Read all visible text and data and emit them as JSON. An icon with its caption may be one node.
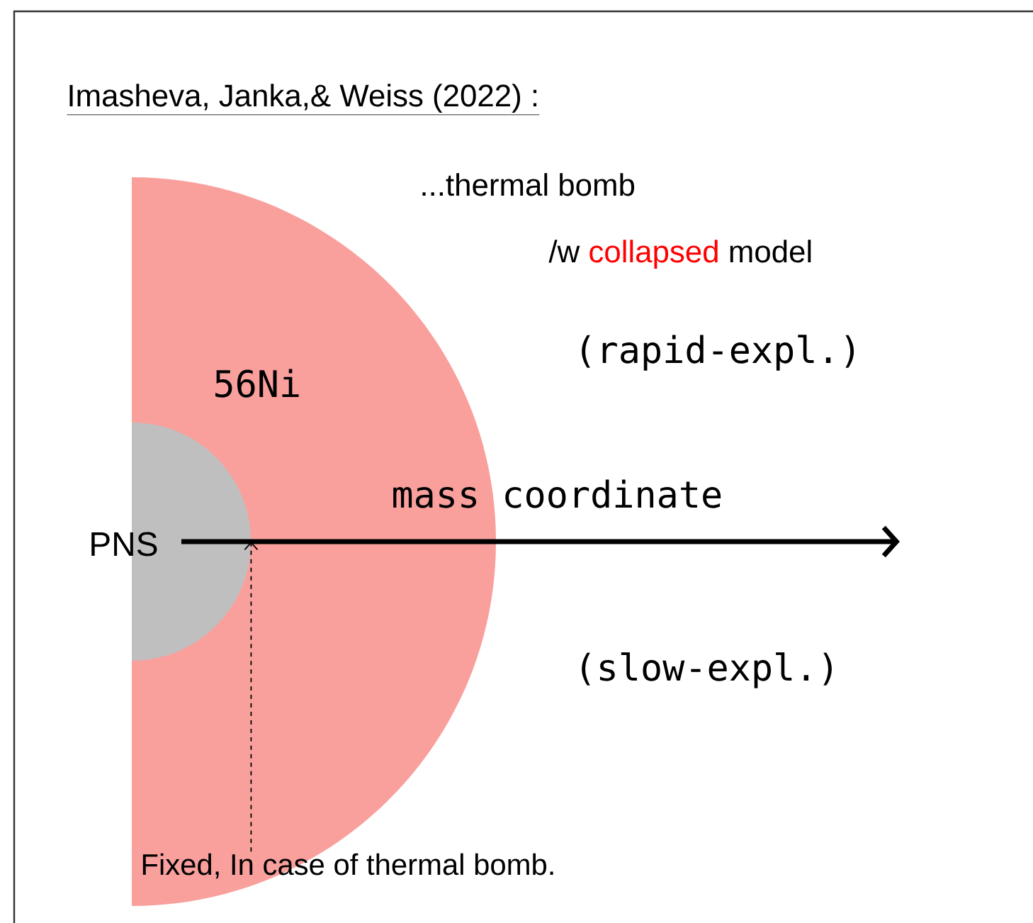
{
  "diagram": {
    "title": "Imasheva, Janka,& Weiss (2022) :",
    "nodes": [
      {
        "text": [
          "56Ni"
        ]
      },
      {
        "text": [
          "PNS"
        ],
        "in": 0
      },
      {
        "text": [
          "Fixed, In case of thermal bomb."
        ]
      }
    ],
    "edges": [
      {
        "from": 2,
        "to": 1,
        "arrow": "to",
        "style": "dashed"
      }
    ],
    "labels": [
      "...thermal bomb",
      "/w",
      "collapsed",
      "model",
      "(rapid-expl.)",
      "mass coordinate",
      "(slow-expl.)"
    ]
  }
}
